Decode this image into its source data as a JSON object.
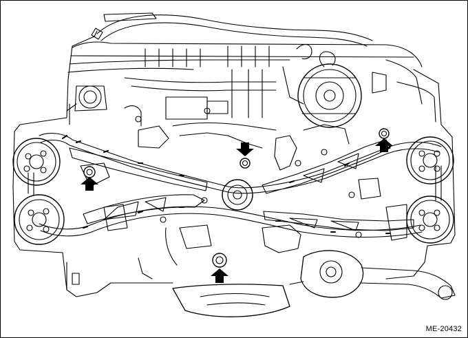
{
  "figure": {
    "code": "ME-20432",
    "subject": "engine-front-timing-chain-diagram",
    "callout_arrows": 4
  },
  "colors": {
    "line": "#000000",
    "background": "#ffffff",
    "arrow_fill": "#000000"
  }
}
